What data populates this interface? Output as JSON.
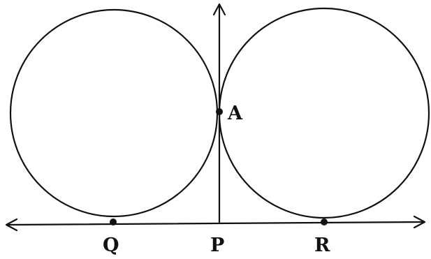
{
  "points": {
    "A": "A",
    "P": "P",
    "Q": "Q",
    "R": "R"
  },
  "colors": {
    "ink": "#111111",
    "background": "#ffffff"
  }
}
